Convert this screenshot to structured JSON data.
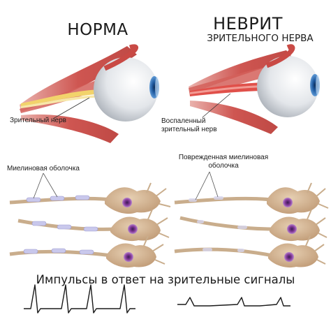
{
  "titles": {
    "normal": "НОРМА",
    "neuritis": "НЕВРИТ",
    "neuritis_sub": "ЗРИТЕЛЬНОГО НЕРВА"
  },
  "labels": {
    "optic_nerve": "Зрительный нерв",
    "inflamed_line1": "Воспаленный",
    "inflamed_line2": "зрительный нерв",
    "myelin_sheath": "Миелиновая оболочка",
    "damaged_line1": "Поврежденная миелиновая",
    "damaged_line2": "оболочка"
  },
  "caption": "Импульсы в ответ на зрительные сигналы",
  "colors": {
    "muscle": "#c94a45",
    "muscle_light": "#e8a09a",
    "eyeball": "#eef0f2",
    "iris": "#2f6fb5",
    "healthy_nerve": "#f2d36b",
    "inflamed_nerve": "#e0504a",
    "axon": "#c9ad8c",
    "myelin": "#c9c8ec",
    "nucleus": "#8a3fa0"
  }
}
